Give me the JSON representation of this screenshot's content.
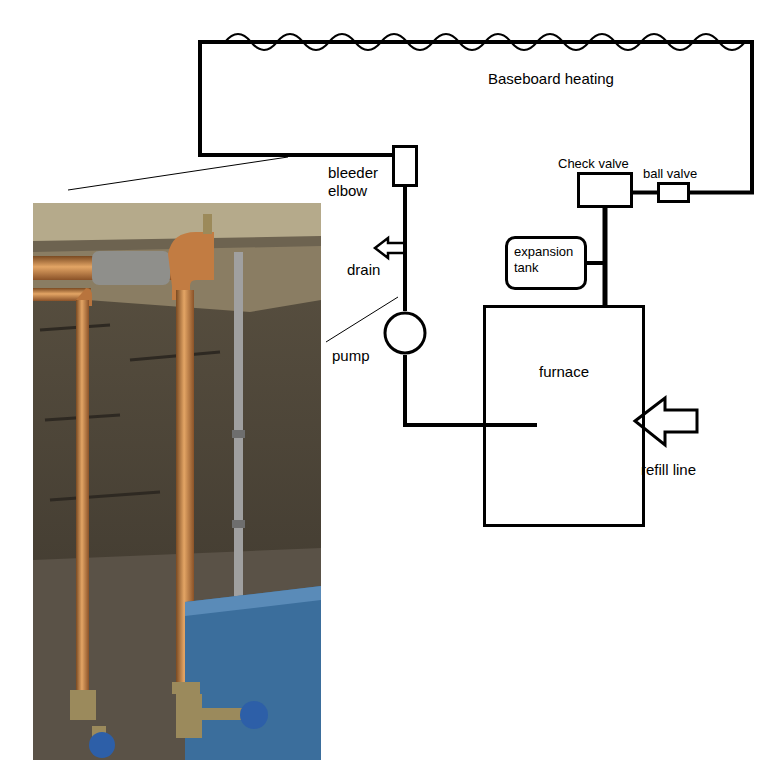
{
  "diagram": {
    "nodes": [
      {
        "text": [
          "bleeder elbow"
        ]
      },
      {
        "text": [
          "Check valve"
        ]
      },
      {
        "text": [
          "ball valve"
        ]
      },
      {
        "text": [
          "expansion tank"
        ]
      },
      {
        "text": [
          "pump"
        ]
      },
      {
        "text": [
          "furnace"
        ]
      }
    ],
    "edges": [
      {
        "from": 5,
        "to": 4,
        "arrow": "none"
      },
      {
        "from": 4,
        "to": 0,
        "arrow": "none"
      },
      {
        "from": 0,
        "to": 2,
        "arrow": "none"
      },
      {
        "from": 2,
        "to": 1,
        "arrow": "none"
      },
      {
        "from": 1,
        "to": 5,
        "arrow": "none"
      },
      {
        "from": 3,
        "to": 5,
        "arrow": "none"
      }
    ],
    "labels": [
      "Baseboard heating",
      "drain",
      "refill line"
    ]
  }
}
